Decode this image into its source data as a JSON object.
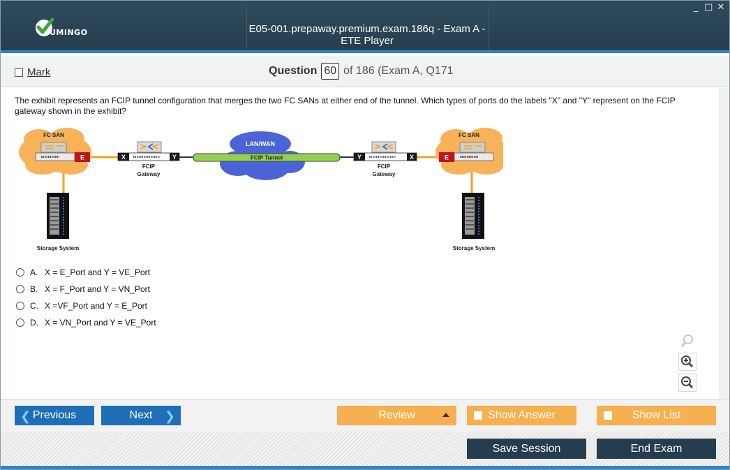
{
  "window": {
    "logo_text": "UMINGO",
    "title": "E05-001.prepaway.premium.exam.186q - Exam A - ETE Player",
    "minimize": "_",
    "maximize": "□",
    "close": "✕"
  },
  "header": {
    "mark_label": "Mark",
    "question_word": "Question",
    "question_number": "60",
    "question_of": "of 186 (Exam A, Q171"
  },
  "question": {
    "text": "The exhibit represents an FCIP tunnel configuration that merges the two FC SANs at either end of the tunnel. Which types of ports do the labels \"X\" and \"Y\" represent on the FCIP gateway shown in the exhibit?"
  },
  "exhibit": {
    "left_san_label": "FC SAN",
    "right_san_label": "FC SAN",
    "port_e": "E",
    "port_x": "X",
    "port_y": "Y",
    "gateway_line1": "FCIP",
    "gateway_line2": "Gateway",
    "cloud_label": "LAN/WAN",
    "tunnel_label": "FCIP  Tunnel",
    "storage_label": "Storage System",
    "colors": {
      "cloud_orange": "#f7b25a",
      "cloud_blue": "#4a64d8",
      "tunnel_green": "#92d050",
      "port_red": "#c0151c",
      "link_orange": "#f2a31a"
    }
  },
  "answers": [
    {
      "letter": "A.",
      "text": "X = E_Port and Y = VE_Port"
    },
    {
      "letter": "B.",
      "text": "X = F_Port and Y = VN_Port"
    },
    {
      "letter": "C.",
      "text": "X =VF_Port and Y = E_Port"
    },
    {
      "letter": "D.",
      "text": "X = VN_Port and Y = VE_Port"
    }
  ],
  "zoom": {
    "icons": [
      "search-icon",
      "zoom-in-icon",
      "zoom-out-icon"
    ]
  },
  "nav": {
    "previous": "Previous",
    "next": "Next",
    "review": "Review",
    "show_answer": "Show Answer",
    "show_list": "Show List",
    "colors": {
      "primary": "#1e6fb8",
      "secondary": "#f7b04f",
      "dark": "#253d4e"
    }
  },
  "footer": {
    "save_session": "Save Session",
    "end_exam": "End Exam"
  }
}
